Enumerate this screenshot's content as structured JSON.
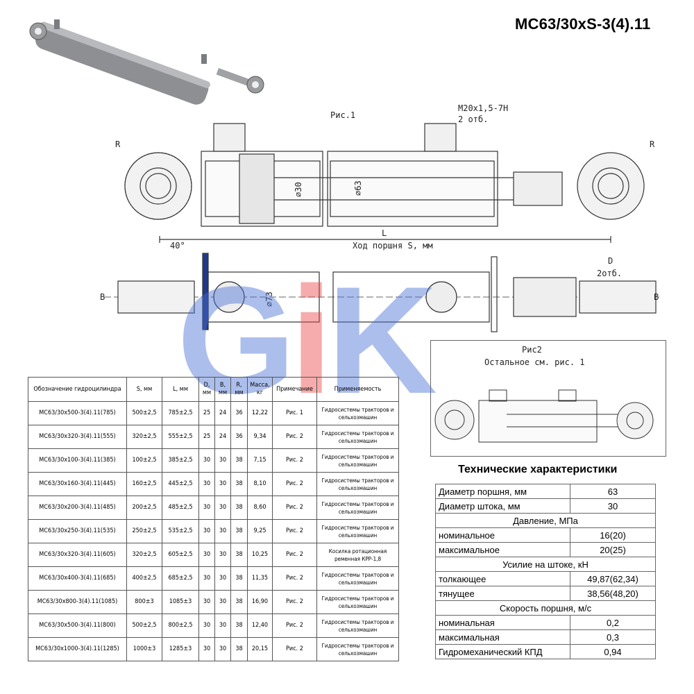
{
  "title": "МС63/30xS-3(4).11",
  "drawing": {
    "fig1_label": "Рис.1",
    "thread_label": "M20x1,5-7H",
    "thread_count": "2 отб.",
    "radius_label": "R",
    "rod_diam": "⌀30",
    "bore_diam": "⌀63",
    "length_label": "L",
    "angle_label": "40°",
    "stroke_label": "Ход поршня S, мм",
    "width_label": "B",
    "outer_diam": "⌀73",
    "d_label": "D",
    "d_count": "2отб.",
    "fig2_label": "Рис2",
    "fig2_note": "Остальное см. рис. 1"
  },
  "watermark": {
    "g": "G",
    "i": "i",
    "k": "K"
  },
  "spec_table": {
    "headers": {
      "name": "Обозначение гидроцилиндра",
      "s": "S, мм",
      "l": "L, мм",
      "d": "D, мм",
      "b": "B, мм",
      "r": "R, мм",
      "mass": "Масса, кг",
      "note": "Примечание",
      "applic": "Применяемость"
    },
    "rows": [
      {
        "name": "МС63/30x500-3(4).11(785)",
        "s": "500±2,5",
        "l": "785±2,5",
        "d": "25",
        "b": "24",
        "r": "36",
        "mass": "12,22",
        "note": "Рис. 1",
        "applic": "Гидросистемы тракторов и сельхозмашин"
      },
      {
        "name": "МС63/30x320-3(4).11(555)",
        "s": "320±2,5",
        "l": "555±2,5",
        "d": "25",
        "b": "24",
        "r": "36",
        "mass": "9,34",
        "note": "Рис. 2",
        "applic": "Гидросистемы тракторов и сельхозмашин"
      },
      {
        "name": "МС63/30x100-3(4).11(385)",
        "s": "100±2,5",
        "l": "385±2,5",
        "d": "30",
        "b": "30",
        "r": "38",
        "mass": "7,15",
        "note": "Рис. 2",
        "applic": "Гидросистемы тракторов и сельхозмашин"
      },
      {
        "name": "МС63/30x160-3(4).11(445)",
        "s": "160±2,5",
        "l": "445±2,5",
        "d": "30",
        "b": "30",
        "r": "38",
        "mass": "8,10",
        "note": "Рис. 2",
        "applic": "Гидросистемы тракторов и сельхозмашин"
      },
      {
        "name": "МС63/30x200-3(4).11(485)",
        "s": "200±2,5",
        "l": "485±2,5",
        "d": "30",
        "b": "30",
        "r": "38",
        "mass": "8,60",
        "note": "Рис. 2",
        "applic": "Гидросистемы тракторов и сельхозмашин"
      },
      {
        "name": "МС63/30x250-3(4).11(535)",
        "s": "250±2,5",
        "l": "535±2,5",
        "d": "30",
        "b": "30",
        "r": "38",
        "mass": "9,25",
        "note": "Рис. 2",
        "applic": "Гидросистемы тракторов и сельхозмашин"
      },
      {
        "name": "МС63/30x320-3(4).11(605)",
        "s": "320±2,5",
        "l": "605±2,5",
        "d": "30",
        "b": "30",
        "r": "38",
        "mass": "10,25",
        "note": "Рис. 2",
        "applic": "Косилка ротационная ременная КРР-1,8"
      },
      {
        "name": "МС63/30x400-3(4).11(685)",
        "s": "400±2,5",
        "l": "685±2,5",
        "d": "30",
        "b": "30",
        "r": "38",
        "mass": "11,35",
        "note": "Рис. 2",
        "applic": "Гидросистемы тракторов и сельхозмашин"
      },
      {
        "name": "МС63/30x800-3(4).11(1085)",
        "s": "800±3",
        "l": "1085±3",
        "d": "30",
        "b": "30",
        "r": "38",
        "mass": "16,90",
        "note": "Рис. 2",
        "applic": "Гидросистемы тракторов и сельхозмашин"
      },
      {
        "name": "МС63/30x500-3(4).11(800)",
        "s": "500±2,5",
        "l": "800±2,5",
        "d": "30",
        "b": "30",
        "r": "38",
        "mass": "12,40",
        "note": "Рис. 2",
        "applic": "Гидросистемы тракторов и сельхозмашин"
      },
      {
        "name": "МС63/30x1000-3(4).11(1285)",
        "s": "1000±3",
        "l": "1285±3",
        "d": "30",
        "b": "30",
        "r": "38",
        "mass": "20,15",
        "note": "Рис. 2",
        "applic": "Гидросистемы тракторов и сельхозмашин"
      }
    ]
  },
  "tech": {
    "title": "Технические характеристики",
    "piston_label": "Диаметр поршня, мм",
    "piston_value": "63",
    "rod_label": "Диаметр штока, мм",
    "rod_value": "30",
    "pressure_header": "Давление, МПа",
    "p_nom_label": "номинальное",
    "p_nom_value": "16(20)",
    "p_max_label": "максимальное",
    "p_max_value": "20(25)",
    "force_header": "Усилие на штоке, кН",
    "push_label": "толкающее",
    "push_value": "49,87(62,34)",
    "pull_label": "тянущее",
    "pull_value": "38,56(48,20)",
    "speed_header": "Скорость поршня, м/с",
    "s_nom_label": "номинальная",
    "s_nom_value": "0,2",
    "s_max_label": "максимальная",
    "s_max_value": "0,3",
    "eff_label": "Гидромеханический КПД",
    "eff_value": "0,94"
  }
}
